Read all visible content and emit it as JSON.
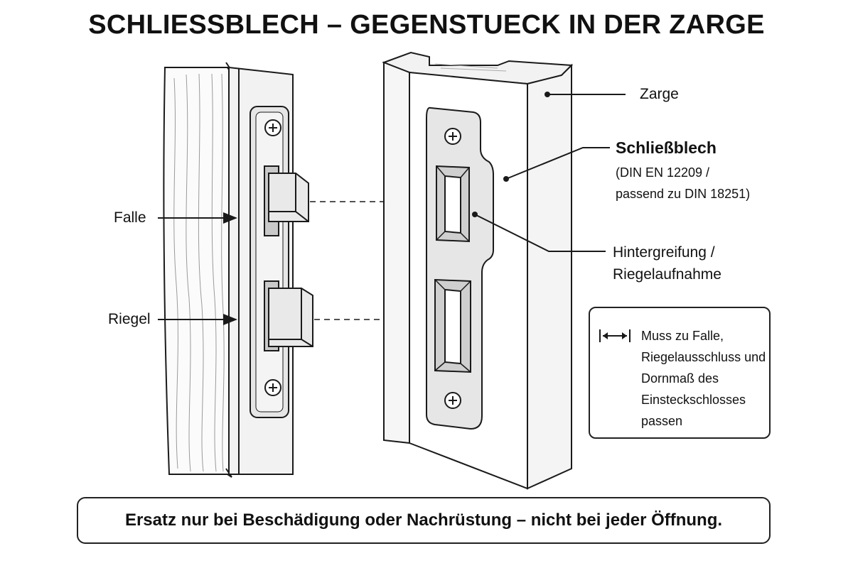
{
  "title": "SCHLIESSBLECH – GEGENSTUECK IN DER ZARGE",
  "labels": {
    "falle": "Falle",
    "riegel": "Riegel",
    "zarge": "Zarge",
    "schliessblech": "Schließblech",
    "schliessblech_norm_1": "(DIN EN 12209 /",
    "schliessblech_norm_2": "passend zu DIN 18251)",
    "hintergreifung_1": "Hintergreifung /",
    "hintergreifung_2": "Riegelaufnahme"
  },
  "note": {
    "lines": [
      "Muss zu Falle,",
      "Riegelausschluss und",
      "Dornmaß des",
      "Einsteckschlosses",
      "passen"
    ],
    "icon": "width-arrows-icon"
  },
  "footer": "Ersatz nur bei Beschädigung oder Nachrüstung – nicht bei jeder Öffnung.",
  "colors": {
    "line": "#1a1a1a",
    "metal": "#e6e6e6",
    "metal_dark": "#c9c9c9",
    "wood": "#fbfbfb"
  }
}
